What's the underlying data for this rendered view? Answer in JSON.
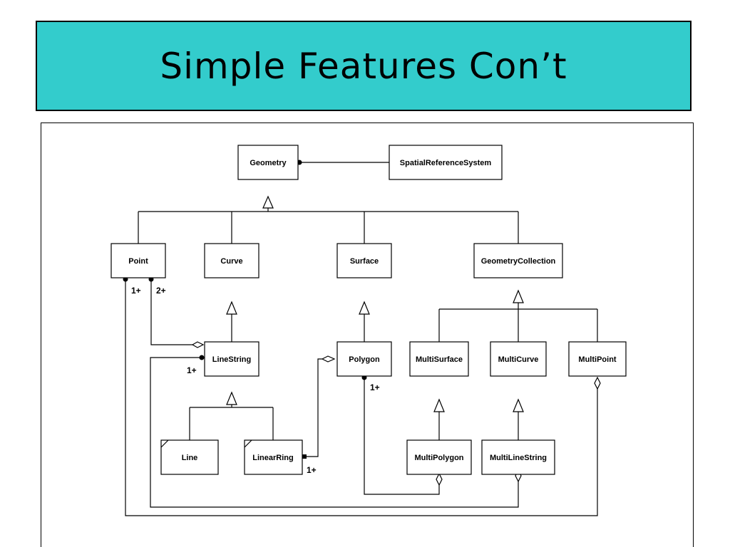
{
  "slide": {
    "title": "Simple Features Con’t"
  },
  "diagram": {
    "nodes": {
      "geometry": "Geometry",
      "srs": "SpatialReferenceSystem",
      "point": "Point",
      "curve": "Curve",
      "surface": "Surface",
      "geometrycollection": "GeometryCollection",
      "linestring": "LineString",
      "polygon": "Polygon",
      "multisurface": "MultiSurface",
      "multicurve": "MultiCurve",
      "multipoint": "MultiPoint",
      "line": "Line",
      "linearring": "LinearRing",
      "multipolygon": "MultiPolygon",
      "multilinestring": "MultiLineString"
    },
    "multiplicities": {
      "point_left": "1+",
      "point_right": "2+",
      "linestring": "1+",
      "polygon": "1+",
      "linearring": "1+"
    }
  }
}
